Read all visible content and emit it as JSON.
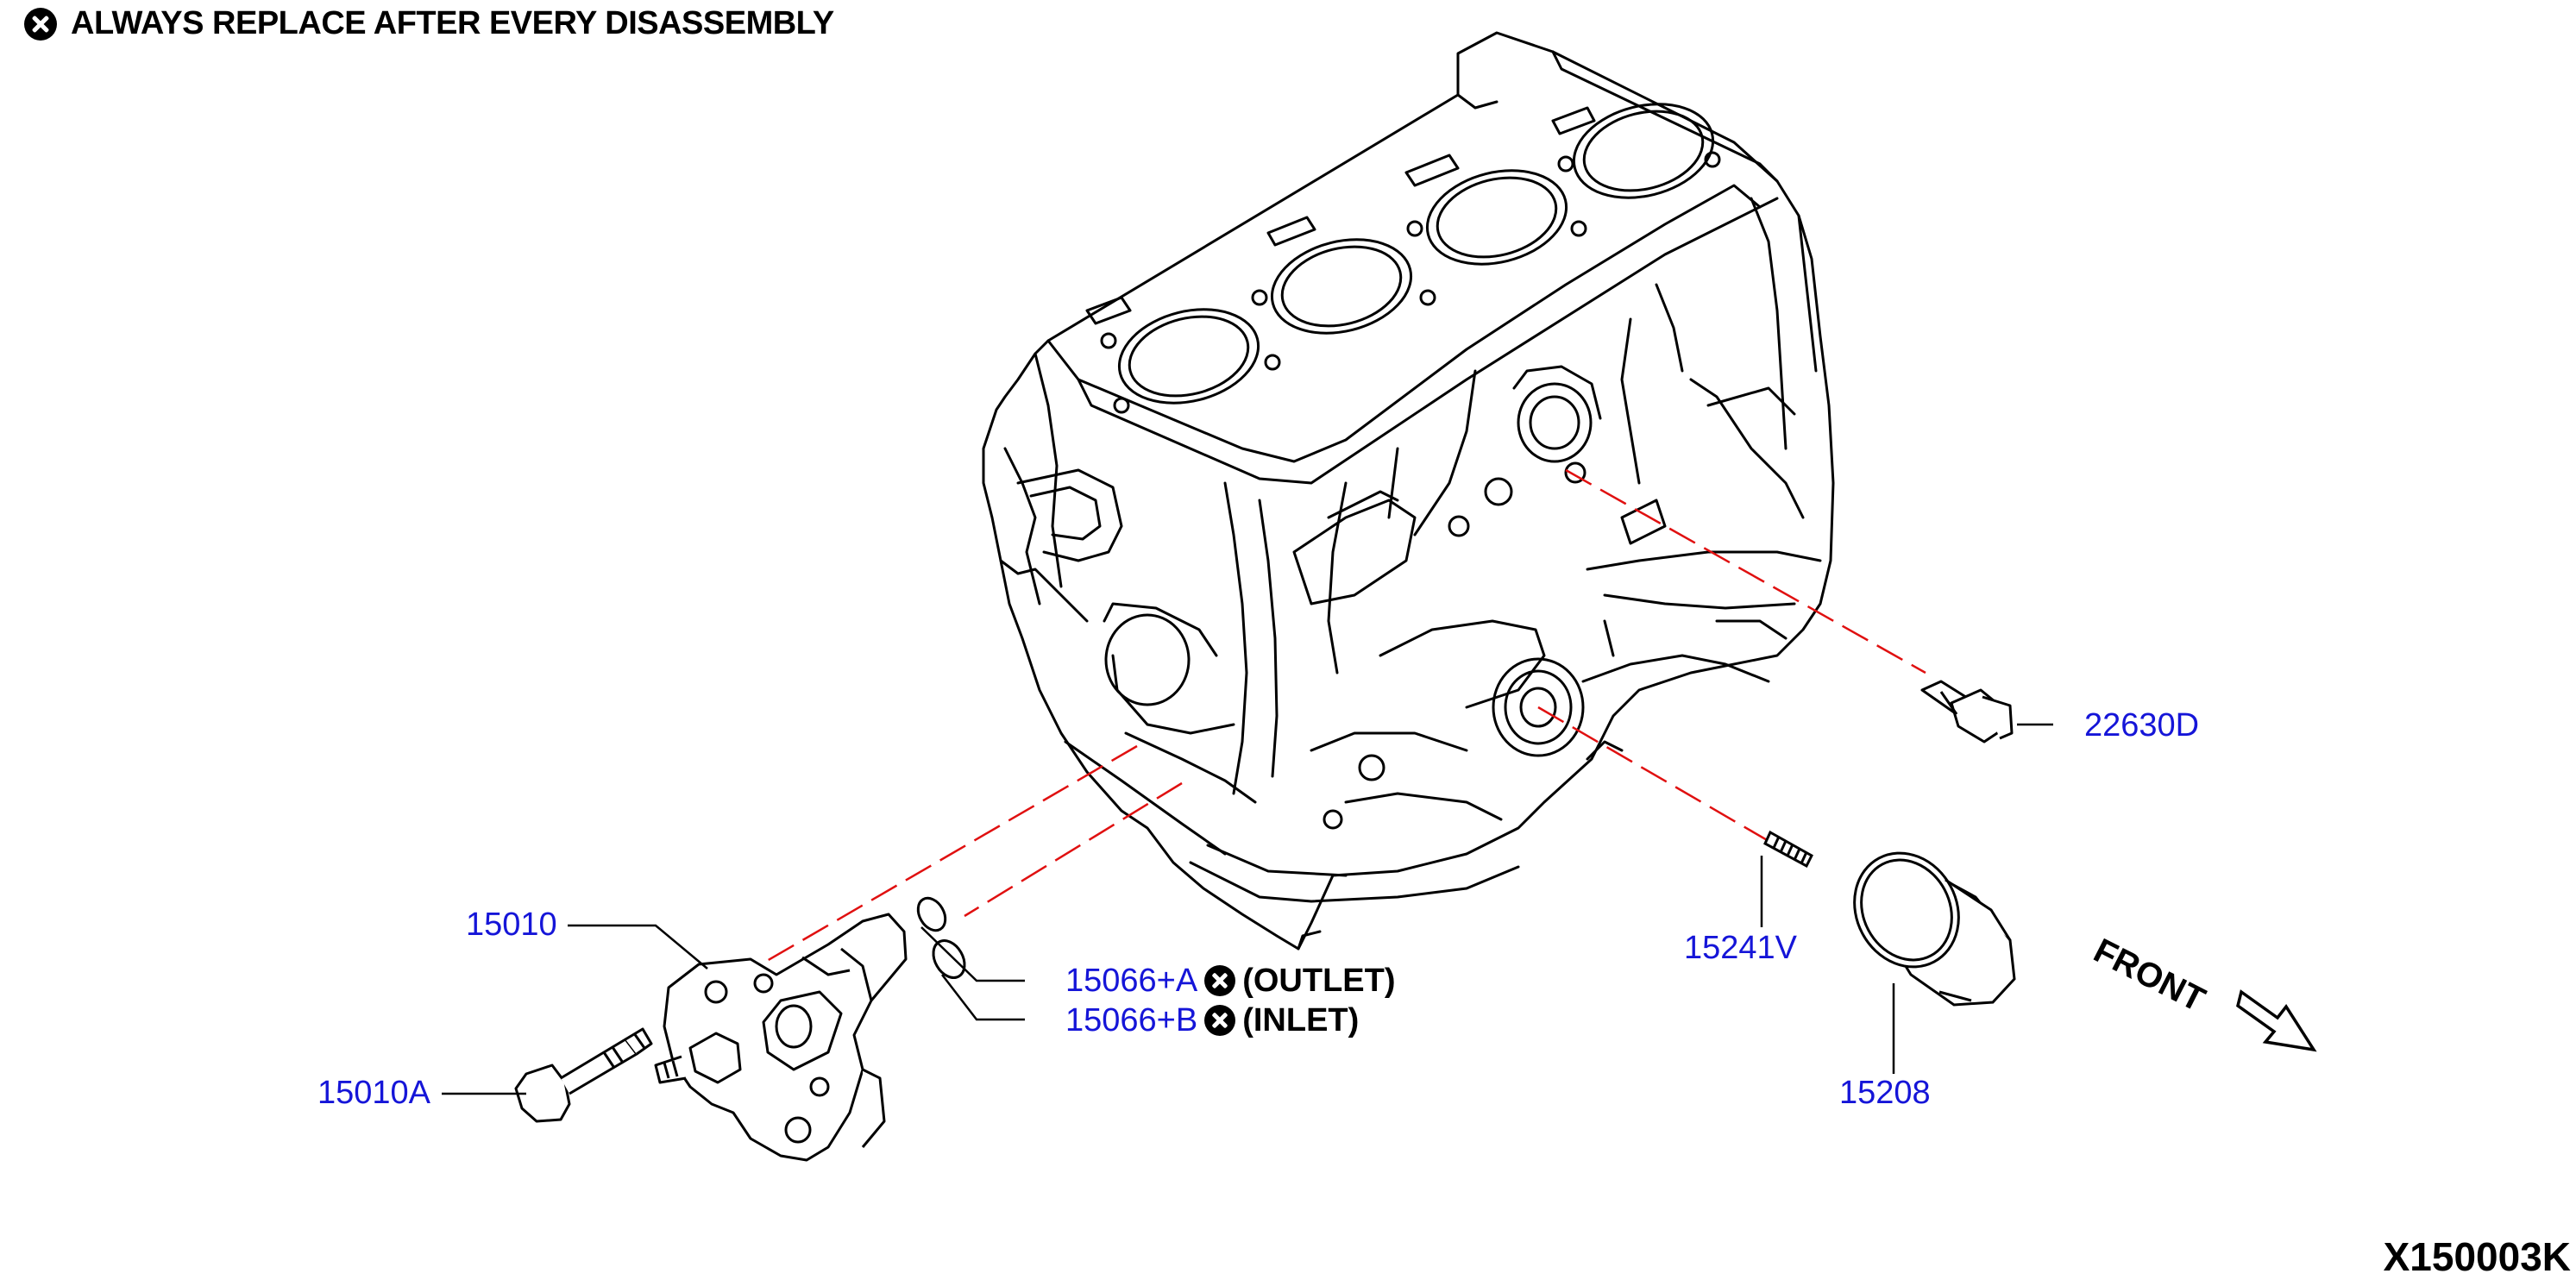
{
  "legend": {
    "icon": "x-circle-icon",
    "text": "ALWAYS REPLACE AFTER EVERY DISASSEMBLY"
  },
  "parts": {
    "p22630D": "22630D",
    "p15010": "15010",
    "p15010A": "15010A",
    "p15066A": "15066+A",
    "p15066B": "15066+B",
    "p15241V": "15241V",
    "p15208": "15208"
  },
  "notes": {
    "outlet": "(OUTLET)",
    "inlet": "(INLET)"
  },
  "direction": "FRONT",
  "figure_id": "X150003K",
  "colors": {
    "part_number": "#1515d8",
    "line": "#000000",
    "leader_dash": "#e01010"
  }
}
